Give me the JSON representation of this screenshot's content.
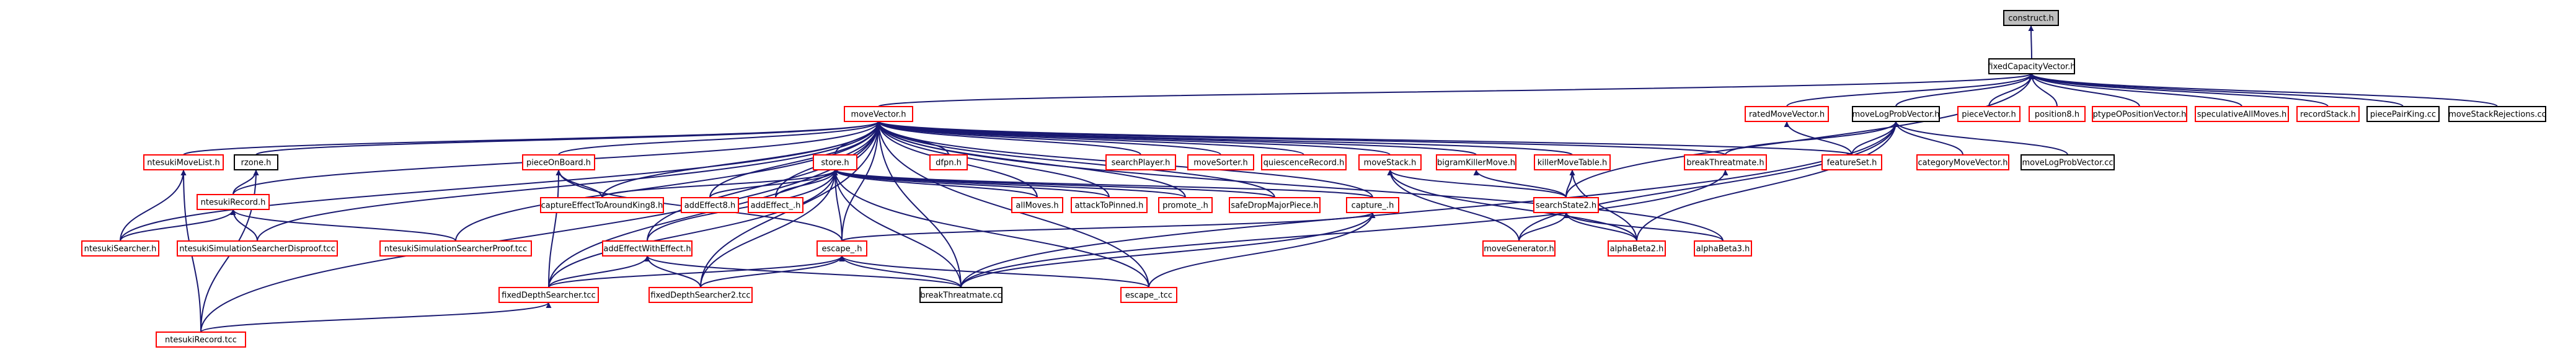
{
  "diagram": {
    "title": "Include dependency graph",
    "colors": {
      "edge": "#191970",
      "highlight_fill": "#bfbfbf",
      "highlight_stroke": "#000000",
      "red_stroke": "#ff0000",
      "black_stroke": "#000000",
      "node_fill": "#ffffff",
      "text": "#000000"
    },
    "nodes": [
      {
        "id": "construct_h",
        "label": "construct.h",
        "style": "highlight"
      },
      {
        "id": "fixedCapacityVector_h",
        "label": "fixedCapacityVector.h",
        "style": "black"
      },
      {
        "id": "moveVector_h",
        "label": "moveVector.h",
        "style": "red"
      },
      {
        "id": "ratedMoveVector_h",
        "label": "ratedMoveVector.h",
        "style": "red"
      },
      {
        "id": "moveLogProbVector_h",
        "label": "moveLogProbVector.h",
        "style": "black"
      },
      {
        "id": "pieceVector_h",
        "label": "pieceVector.h",
        "style": "red"
      },
      {
        "id": "position8_h",
        "label": "position8.h",
        "style": "red"
      },
      {
        "id": "ptypeOPositionVector_h",
        "label": "ptypeOPositionVector.h",
        "style": "red"
      },
      {
        "id": "speculativeAllMoves_h",
        "label": "speculativeAllMoves.h",
        "style": "red"
      },
      {
        "id": "recordStack_h",
        "label": "recordStack.h",
        "style": "red"
      },
      {
        "id": "piecePairKing_cc",
        "label": "piecePairKing.cc",
        "style": "black"
      },
      {
        "id": "moveStackRejections_cc",
        "label": "moveStackRejections.cc",
        "style": "black"
      },
      {
        "id": "ntesukiMoveList_h",
        "label": "ntesukiMoveList.h",
        "style": "red"
      },
      {
        "id": "rzone_h",
        "label": "rzone.h",
        "style": "black"
      },
      {
        "id": "pieceOnBoard_h",
        "label": "pieceOnBoard.h",
        "style": "red"
      },
      {
        "id": "store_h",
        "label": "store.h",
        "style": "red"
      },
      {
        "id": "dfpn_h",
        "label": "dfpn.h",
        "style": "red"
      },
      {
        "id": "searchPlayer_h",
        "label": "searchPlayer.h",
        "style": "red"
      },
      {
        "id": "moveSorter_h",
        "label": "moveSorter.h",
        "style": "red"
      },
      {
        "id": "quiescenceRecord_h",
        "label": "quiescenceRecord.h",
        "style": "red"
      },
      {
        "id": "moveStack_h",
        "label": "moveStack.h",
        "style": "red"
      },
      {
        "id": "bigramKillerMove_h",
        "label": "bigramKillerMove.h",
        "style": "red"
      },
      {
        "id": "killerMoveTable_h",
        "label": "killerMoveTable.h",
        "style": "red"
      },
      {
        "id": "breakThreatmate_h",
        "label": "breakThreatmate.h",
        "style": "red"
      },
      {
        "id": "featureSet_h",
        "label": "featureSet.h",
        "style": "red"
      },
      {
        "id": "categoryMoveVector_h",
        "label": "categoryMoveVector.h",
        "style": "red"
      },
      {
        "id": "moveLogProbVector_cc",
        "label": "moveLogProbVector.cc",
        "style": "black"
      },
      {
        "id": "ntesukiRecord_h",
        "label": "ntesukiRecord.h",
        "style": "red"
      },
      {
        "id": "captureEffectToAroundKing8_h",
        "label": "captureEffectToAroundKing8.h",
        "style": "red"
      },
      {
        "id": "addEffect8_h",
        "label": "addEffect8.h",
        "style": "red"
      },
      {
        "id": "addEffect__h",
        "label": "addEffect_.h",
        "style": "red"
      },
      {
        "id": "allMoves_h",
        "label": "allMoves.h",
        "style": "red"
      },
      {
        "id": "attackToPinned_h",
        "label": "attackToPinned.h",
        "style": "red"
      },
      {
        "id": "promote__h",
        "label": "promote_.h",
        "style": "red"
      },
      {
        "id": "safeDropMajorPiece_h",
        "label": "safeDropMajorPiece.h",
        "style": "red"
      },
      {
        "id": "capture__h",
        "label": "capture_.h",
        "style": "red"
      },
      {
        "id": "searchState2_h",
        "label": "searchState2.h",
        "style": "red"
      },
      {
        "id": "ntesukiSearcher_h",
        "label": "ntesukiSearcher.h",
        "style": "red"
      },
      {
        "id": "ntesukiSimulationSearcherDisproof_tcc",
        "label": "ntesukiSimulationSearcherDisproof.tcc",
        "style": "red"
      },
      {
        "id": "ntesukiSimulationSearcherProof_tcc",
        "label": "ntesukiSimulationSearcherProof.tcc",
        "style": "red"
      },
      {
        "id": "addEffectWithEffect_h",
        "label": "addEffectWithEffect.h",
        "style": "red"
      },
      {
        "id": "escape__h",
        "label": "escape_.h",
        "style": "red"
      },
      {
        "id": "moveGenerator_h",
        "label": "moveGenerator.h",
        "style": "red"
      },
      {
        "id": "alphaBeta2_h",
        "label": "alphaBeta2.h",
        "style": "red"
      },
      {
        "id": "alphaBeta3_h",
        "label": "alphaBeta3.h",
        "style": "red"
      },
      {
        "id": "fixedDepthSearcher_tcc",
        "label": "fixedDepthSearcher.tcc",
        "style": "red"
      },
      {
        "id": "fixedDepthSearcher2_tcc",
        "label": "fixedDepthSearcher2.tcc",
        "style": "red"
      },
      {
        "id": "breakThreatmate_cc",
        "label": "breakThreatmate.cc",
        "style": "black"
      },
      {
        "id": "escape__tcc",
        "label": "escape_.tcc",
        "style": "red"
      },
      {
        "id": "ntesukiRecord_tcc",
        "label": "ntesukiRecord.tcc",
        "style": "red"
      }
    ],
    "edges": [
      [
        "fixedCapacityVector_h",
        "construct_h"
      ],
      [
        "moveVector_h",
        "fixedCapacityVector_h"
      ],
      [
        "ratedMoveVector_h",
        "fixedCapacityVector_h"
      ],
      [
        "moveLogProbVector_h",
        "fixedCapacityVector_h"
      ],
      [
        "pieceVector_h",
        "fixedCapacityVector_h"
      ],
      [
        "position8_h",
        "fixedCapacityVector_h"
      ],
      [
        "ptypeOPositionVector_h",
        "fixedCapacityVector_h"
      ],
      [
        "speculativeAllMoves_h",
        "fixedCapacityVector_h"
      ],
      [
        "recordStack_h",
        "fixedCapacityVector_h"
      ],
      [
        "piecePairKing_cc",
        "fixedCapacityVector_h"
      ],
      [
        "moveStackRejections_cc",
        "fixedCapacityVector_h"
      ],
      [
        "searchState2_h",
        "fixedCapacityVector_h"
      ],
      [
        "ntesukiMoveList_h",
        "moveVector_h"
      ],
      [
        "rzone_h",
        "moveVector_h"
      ],
      [
        "pieceOnBoard_h",
        "moveVector_h"
      ],
      [
        "store_h",
        "moveVector_h"
      ],
      [
        "dfpn_h",
        "moveVector_h"
      ],
      [
        "searchPlayer_h",
        "moveVector_h"
      ],
      [
        "moveSorter_h",
        "moveVector_h"
      ],
      [
        "quiescenceRecord_h",
        "moveVector_h"
      ],
      [
        "moveStack_h",
        "moveVector_h"
      ],
      [
        "bigramKillerMove_h",
        "moveVector_h"
      ],
      [
        "killerMoveTable_h",
        "moveVector_h"
      ],
      [
        "breakThreatmate_h",
        "moveVector_h"
      ],
      [
        "featureSet_h",
        "moveVector_h"
      ],
      [
        "ntesukiRecord_h",
        "moveVector_h"
      ],
      [
        "captureEffectToAroundKing8_h",
        "moveVector_h"
      ],
      [
        "addEffect8_h",
        "moveVector_h"
      ],
      [
        "addEffect__h",
        "moveVector_h"
      ],
      [
        "allMoves_h",
        "moveVector_h"
      ],
      [
        "attackToPinned_h",
        "moveVector_h"
      ],
      [
        "promote__h",
        "moveVector_h"
      ],
      [
        "safeDropMajorPiece_h",
        "moveVector_h"
      ],
      [
        "capture__h",
        "moveVector_h"
      ],
      [
        "ntesukiSearcher_h",
        "moveVector_h"
      ],
      [
        "ntesukiSimulationSearcherDisproof_tcc",
        "moveVector_h"
      ],
      [
        "ntesukiSimulationSearcherProof_tcc",
        "moveVector_h"
      ],
      [
        "addEffectWithEffect_h",
        "moveVector_h"
      ],
      [
        "escape__h",
        "moveVector_h"
      ],
      [
        "alphaBeta3_h",
        "moveVector_h"
      ],
      [
        "fixedDepthSearcher_tcc",
        "moveVector_h"
      ],
      [
        "fixedDepthSearcher2_tcc",
        "moveVector_h"
      ],
      [
        "breakThreatmate_cc",
        "moveVector_h"
      ],
      [
        "escape__tcc",
        "moveVector_h"
      ],
      [
        "ntesukiRecord_tcc",
        "moveVector_h"
      ],
      [
        "featureSet_h",
        "ratedMoveVector_h"
      ],
      [
        "featureSet_h",
        "moveLogProbVector_h"
      ],
      [
        "breakThreatmate_h",
        "moveLogProbVector_h"
      ],
      [
        "categoryMoveVector_h",
        "moveLogProbVector_h"
      ],
      [
        "moveLogProbVector_cc",
        "moveLogProbVector_h"
      ],
      [
        "moveGenerator_h",
        "moveLogProbVector_h"
      ],
      [
        "alphaBeta2_h",
        "moveLogProbVector_h"
      ],
      [
        "breakThreatmate_cc",
        "moveLogProbVector_h"
      ],
      [
        "ntesukiSearcher_h",
        "ntesukiMoveList_h"
      ],
      [
        "ntesukiRecord_tcc",
        "ntesukiMoveList_h"
      ],
      [
        "ntesukiRecord_h",
        "rzone_h"
      ],
      [
        "ntesukiRecord_tcc",
        "rzone_h"
      ],
      [
        "captureEffectToAroundKing8_h",
        "pieceOnBoard_h"
      ],
      [
        "escape__h",
        "pieceOnBoard_h"
      ],
      [
        "fixedDepthSearcher_tcc",
        "pieceOnBoard_h"
      ],
      [
        "captureEffectToAroundKing8_h",
        "store_h"
      ],
      [
        "addEffect8_h",
        "store_h"
      ],
      [
        "addEffect__h",
        "store_h"
      ],
      [
        "allMoves_h",
        "store_h"
      ],
      [
        "attackToPinned_h",
        "store_h"
      ],
      [
        "promote__h",
        "store_h"
      ],
      [
        "safeDropMajorPiece_h",
        "store_h"
      ],
      [
        "capture__h",
        "store_h"
      ],
      [
        "addEffectWithEffect_h",
        "store_h"
      ],
      [
        "escape__h",
        "store_h"
      ],
      [
        "fixedDepthSearcher_tcc",
        "store_h"
      ],
      [
        "fixedDepthSearcher2_tcc",
        "store_h"
      ],
      [
        "breakThreatmate_cc",
        "store_h"
      ],
      [
        "escape__tcc",
        "store_h"
      ],
      [
        "searchState2_h",
        "moveStack_h"
      ],
      [
        "moveGenerator_h",
        "moveStack_h"
      ],
      [
        "alphaBeta2_h",
        "moveStack_h"
      ],
      [
        "searchState2_h",
        "bigramKillerMove_h"
      ],
      [
        "searchState2_h",
        "killerMoveTable_h"
      ],
      [
        "alphaBeta2_h",
        "killerMoveTable_h"
      ],
      [
        "breakThreatmate_cc",
        "breakThreatmate_h"
      ],
      [
        "ntesukiSearcher_h",
        "ntesukiRecord_h"
      ],
      [
        "ntesukiSimulationSearcherDisproof_tcc",
        "ntesukiRecord_h"
      ],
      [
        "ntesukiSimulationSearcherProof_tcc",
        "ntesukiRecord_h"
      ],
      [
        "escape__h",
        "capture__h"
      ],
      [
        "breakThreatmate_cc",
        "capture__h"
      ],
      [
        "escape__tcc",
        "capture__h"
      ],
      [
        "moveGenerator_h",
        "searchState2_h"
      ],
      [
        "alphaBeta2_h",
        "searchState2_h"
      ],
      [
        "alphaBeta3_h",
        "searchState2_h"
      ],
      [
        "fixedDepthSearcher_tcc",
        "addEffectWithEffect_h"
      ],
      [
        "fixedDepthSearcher2_tcc",
        "addEffectWithEffect_h"
      ],
      [
        "breakThreatmate_cc",
        "addEffectWithEffect_h"
      ],
      [
        "fixedDepthSearcher_tcc",
        "escape__h"
      ],
      [
        "fixedDepthSearcher2_tcc",
        "escape__h"
      ],
      [
        "breakThreatmate_cc",
        "escape__h"
      ],
      [
        "escape__tcc",
        "escape__h"
      ],
      [
        "ntesukiRecord_tcc",
        "fixedDepthSearcher_tcc"
      ]
    ]
  }
}
